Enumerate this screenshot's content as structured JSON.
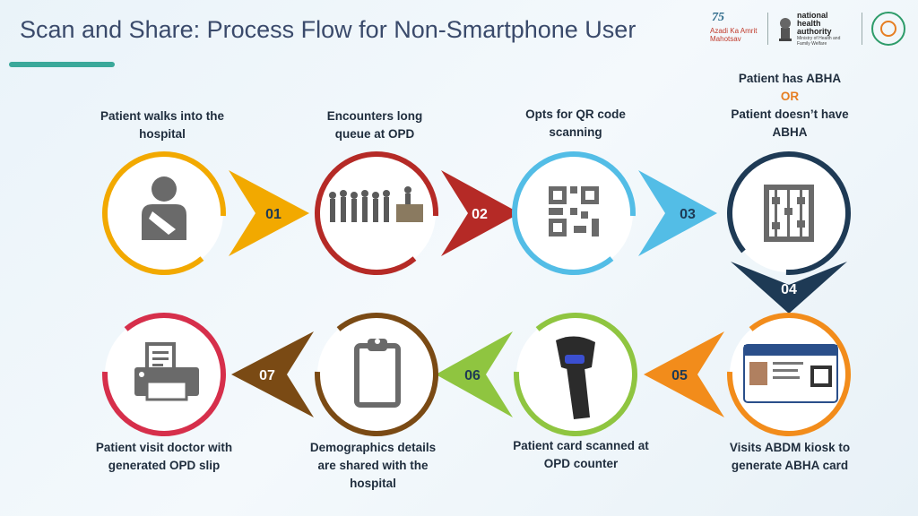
{
  "title": "Scan and Share: Process Flow for Non-Smartphone User",
  "logos": {
    "azadi_line1": "75",
    "azadi_line2": "Azadi Ka Amrit Mahotsav",
    "nha_name": "national health authority",
    "nha_sub": "Ministry of Health and Family Welfare"
  },
  "steps": [
    {
      "number": "01",
      "label": "Patient walks into the hospital",
      "color": "#f2a900",
      "icon": "injured-person-icon"
    },
    {
      "number": "02",
      "label": "Encounters long queue at OPD",
      "color": "#b52a26",
      "icon": "queue-icon"
    },
    {
      "number": "03",
      "label": "Opts for QR code scanning",
      "color": "#53bde6",
      "icon": "qr-code-icon"
    },
    {
      "number": "04",
      "label_part1": "Patient has ABHA",
      "label_or": "OR",
      "label_part2": "Patient doesn’t have ABHA",
      "color": "#1e3a55",
      "icon": "abacus-icon"
    },
    {
      "number": "05",
      "label": "Visits ABDM kiosk to generate ABHA card",
      "color": "#f28c1b",
      "icon": "abha-card-icon"
    },
    {
      "number": "06",
      "label": "Patient card scanned at OPD counter",
      "color": "#8fc540",
      "icon": "barcode-scanner-icon"
    },
    {
      "number": "07",
      "label": "Demographics details are shared with the hospital",
      "color": "#7a4a14",
      "icon": "clipboard-icon"
    },
    {
      "number": "",
      "label": "Patient visit doctor with generated OPD slip",
      "color": "#d62f4b",
      "icon": "printer-icon"
    }
  ]
}
